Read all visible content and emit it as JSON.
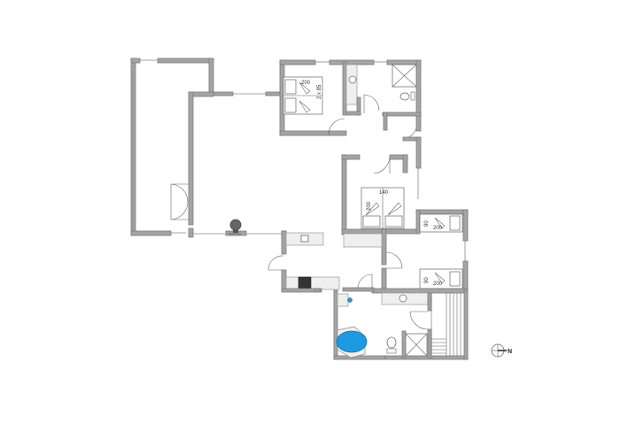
{
  "diagram": {
    "type": "floor-plan",
    "colors": {
      "wall": "#9a9a9a",
      "wall_stroke": "#7a7a7a",
      "counter": "#ececec",
      "bathtub": "#1e9be0",
      "stove": "#333333",
      "line": "#666666"
    },
    "rooms": [
      {
        "name": "terrace-covered",
        "type": "terrace"
      },
      {
        "name": "living-room",
        "type": "living"
      },
      {
        "name": "bedroom-1",
        "type": "bedroom",
        "bed_label_length": "200",
        "bed_label_width": "2 x 85"
      },
      {
        "name": "bathroom-1",
        "type": "bathroom"
      },
      {
        "name": "bedroom-2",
        "type": "bedroom",
        "bed_label_width": "140",
        "bed_label_length": "200"
      },
      {
        "name": "bedroom-3",
        "type": "bedroom",
        "bed_label_width": "90",
        "bed_label_length": "200"
      },
      {
        "name": "bedroom-4",
        "type": "bedroom",
        "bed_label_width": "90",
        "bed_label_length": "200"
      },
      {
        "name": "kitchen",
        "type": "kitchen"
      },
      {
        "name": "bathroom-2-spa",
        "type": "bathroom"
      },
      {
        "name": "sauna",
        "type": "sauna"
      }
    ],
    "labels": {
      "bed1_len": "200",
      "bed1_w": "2 x 85",
      "bed2_w": "140",
      "bed2_len": "200",
      "bed3_w": "90",
      "bed3_len": "200",
      "bed4_w": "90",
      "bed4_len": "200"
    },
    "compass": {
      "label": "N",
      "icon": "compass-icon"
    }
  }
}
